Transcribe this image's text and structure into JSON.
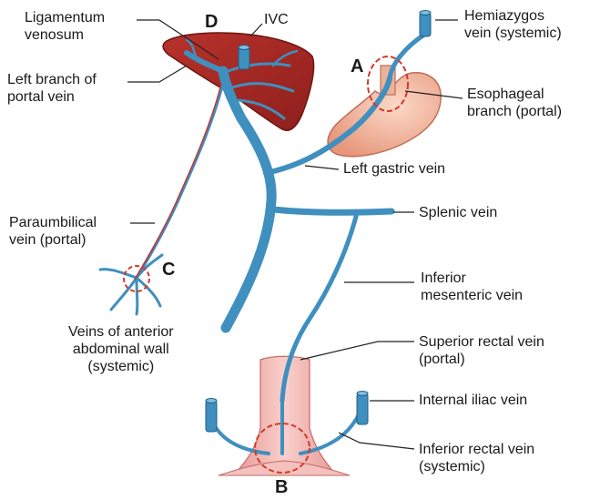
{
  "labels": {
    "ligamentum_venosum": "Ligamentum\nvenosum",
    "ivc": "IVC",
    "left_branch_portal": "Left branch of\nportal vein",
    "hemiazygos": "Hemiazygos\nvein (systemic)",
    "esophageal_branch": "Esophageal\nbranch (portal)",
    "left_gastric": "Left gastric vein",
    "splenic": "Splenic vein",
    "paraumbilical": "Paraumbilical\nvein (portal)",
    "inferior_mesenteric": "Inferior\nmesenteric vein",
    "anterior_abdominal": "Veins of anterior\nabdominal wall\n(systemic)",
    "superior_rectal": "Superior rectal vein\n(portal)",
    "internal_iliac": "Internal iliac vein",
    "inferior_rectal": "Inferior rectal vein\n(systemic)"
  },
  "sites": {
    "a": "A",
    "b": "B",
    "c": "C",
    "d": "D"
  },
  "colors": {
    "portal_vein": "#3f8fbf",
    "liver": "#a82a24",
    "stomach": "#f1b79e",
    "rectum": "#f0a9a6",
    "anastomosis_ring": "#d23a2a",
    "leader_line": "#222222"
  }
}
